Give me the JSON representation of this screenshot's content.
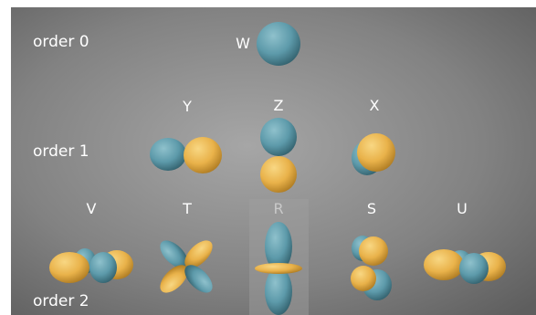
{
  "orders": [
    {
      "label": "order 0"
    },
    {
      "label": "order 1"
    },
    {
      "label": "order 2"
    }
  ],
  "components": {
    "W": {
      "label": "W",
      "order": 0
    },
    "Y": {
      "label": "Y",
      "order": 1
    },
    "Z": {
      "label": "Z",
      "order": 1
    },
    "X": {
      "label": "X",
      "order": 1
    },
    "V": {
      "label": "V",
      "order": 2
    },
    "T": {
      "label": "T",
      "order": 2
    },
    "R": {
      "label": "R",
      "order": 2,
      "highlighted": true
    },
    "S": {
      "label": "S",
      "order": 2
    },
    "U": {
      "label": "U",
      "order": 2
    }
  },
  "colors": {
    "background": "#7b7b7b",
    "lobe_blue": "#5d9aaa",
    "lobe_orange": "#e9b24a",
    "highlight": "#9a9a9a",
    "text": "#ffffff"
  }
}
